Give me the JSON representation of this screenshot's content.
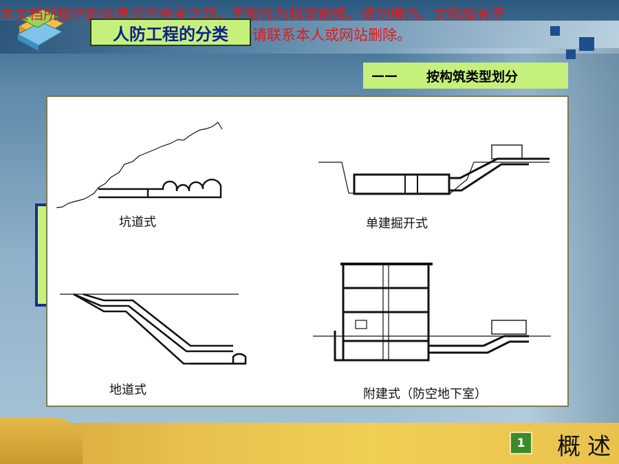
{
  "watermark": {
    "line1": "本文档所提供的信息仅供参考之用，不能作为科学依据，请勿模仿。文档如有不",
    "line2": "请联系本人或网站删除。"
  },
  "title": "人防工程的分类",
  "subtitle": {
    "dash": "——",
    "text": "按构筑类型划分"
  },
  "figure": {
    "captions": {
      "tunnel": "坑道式",
      "open_cut": "单建掘开式",
      "underground_passage": "地道式",
      "attached_basement": "附建式（防空地下室）"
    }
  },
  "footer": {
    "page_number": "1",
    "section_title": "概述"
  },
  "colors": {
    "title_bg": "#c6f07c",
    "title_text": "#0d1f8a",
    "watermark": "#e0191b",
    "footer_bar": "#e7c04e",
    "page_badge": "#3d8a2c"
  }
}
